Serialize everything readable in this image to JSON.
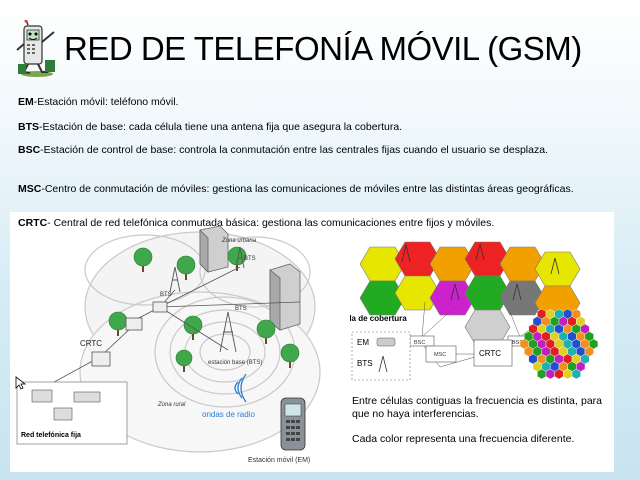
{
  "title": "RED DE TELEFONÍA MÓVIL (GSM)",
  "definitions": [
    {
      "term": "EM",
      "text": "-Estación móvil: teléfono móvil."
    },
    {
      "term": "BTS",
      "text": "-Estación de base: cada célula tiene una antena fija que asegura la cobertura."
    },
    {
      "term": "BSC",
      "text": "-Estación de control de base: controla la conmutación entre las centrales fijas cuando el usuario se desplaza."
    },
    {
      "term": "MSC",
      "text": "-Centro de conmutación de móviles: gestiona las comunicaciones de móviles entre las distintas áreas geográficas."
    },
    {
      "term": "CRTC",
      "text": "- Central de red telefónica conmutada básica: gestiona las comunicaciones entre fijos y móviles."
    }
  ],
  "left_diagram": {
    "crtc": "CRTC",
    "fixed_network": "Red telefónica fija",
    "urban_zone": "Zona urbana",
    "rural_zone": "Zona rural",
    "radio_waves": "ondas de radio",
    "mobile_station": "Estación móvil (EM)",
    "base_station": "estación base (BTS)",
    "bts_tags": [
      "BTS",
      "BTS",
      "BTS"
    ]
  },
  "right_diagram": {
    "cell_coverage": "Célula de cobertura",
    "bsc_left": "BSC",
    "bsc_right": "BSC",
    "msc": "MSC",
    "crtc": "CRTC",
    "em": "EM",
    "bts": "BTS"
  },
  "notes": [
    "Entre células contiguas la frecuencia es distinta, para que no haya interferencias.",
    "Cada color representa una frecuencia diferente."
  ]
}
